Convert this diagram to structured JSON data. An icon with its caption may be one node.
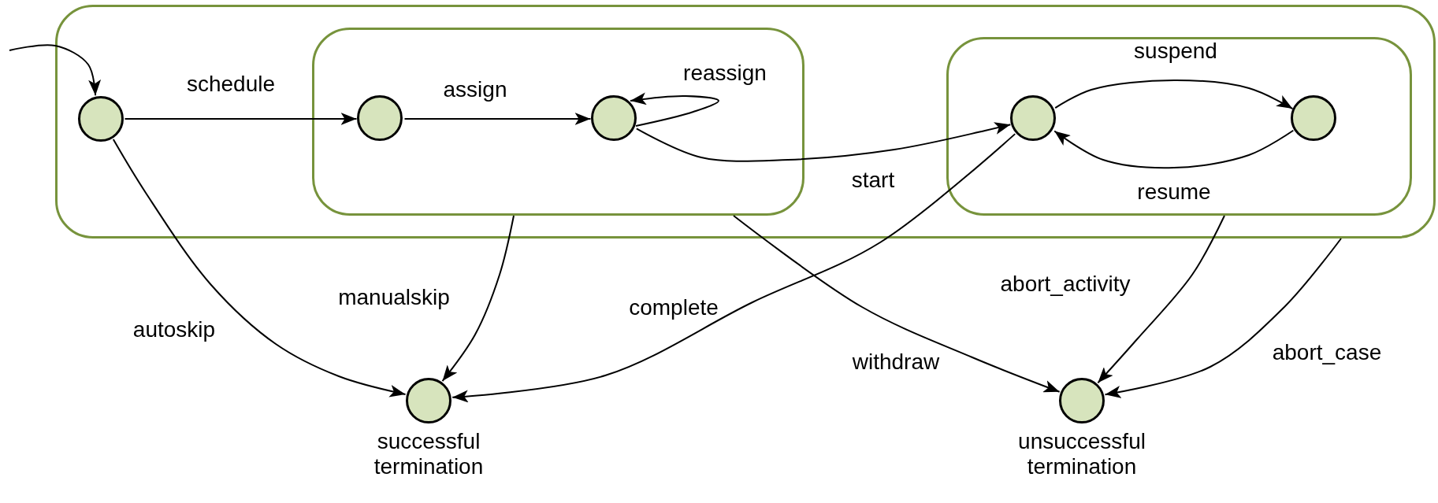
{
  "diagram": {
    "nodes": [
      {
        "text": [],
        "shape": "box"
      },
      {
        "text": [],
        "shape": "circle",
        "in": 0
      },
      {
        "text": [],
        "shape": "box",
        "in": 0
      },
      {
        "text": [],
        "shape": "circle",
        "in": 2
      },
      {
        "text": [],
        "shape": "circle",
        "in": 2
      },
      {
        "text": [],
        "shape": "box",
        "in": 0
      },
      {
        "text": [],
        "shape": "circle",
        "in": 5
      },
      {
        "text": [],
        "shape": "circle",
        "in": 5
      },
      {
        "text": [],
        "shape": "circle",
        "beside": [
          "successful termination"
        ]
      },
      {
        "text": [],
        "shape": "circle",
        "beside": [
          "unsuccessful termination"
        ]
      }
    ],
    "edges": [
      {
        "from": null,
        "to": 1,
        "arrow": "to"
      },
      {
        "from": 1,
        "to": 3,
        "arrow": "to",
        "label": "schedule"
      },
      {
        "from": 3,
        "to": 4,
        "arrow": "to",
        "label": "assign"
      },
      {
        "from": 4,
        "to": 4,
        "arrow": "to",
        "label": "reassign"
      },
      {
        "from": 4,
        "to": 6,
        "arrow": "to",
        "label": "start"
      },
      {
        "from": 6,
        "to": 7,
        "arrow": "to",
        "label": "suspend"
      },
      {
        "from": 7,
        "to": 6,
        "arrow": "to",
        "label": "resume"
      },
      {
        "from": 1,
        "to": 8,
        "arrow": "to",
        "label": "autoskip"
      },
      {
        "from": 2,
        "to": 8,
        "arrow": "to",
        "label": "manualskip"
      },
      {
        "from": 6,
        "to": 8,
        "arrow": "to",
        "label": "complete"
      },
      {
        "from": 2,
        "to": 9,
        "arrow": "to",
        "label": "withdraw"
      },
      {
        "from": 5,
        "to": 9,
        "arrow": "to",
        "label": "abort_activity"
      },
      {
        "from": 0,
        "to": 9,
        "arrow": "to",
        "label": "abort_case"
      }
    ]
  }
}
